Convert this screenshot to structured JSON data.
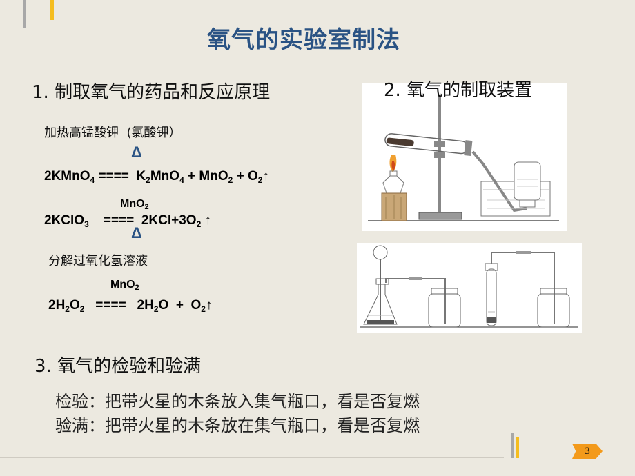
{
  "slide": {
    "title": "氧气的实验室制法",
    "page_number": "3",
    "colors": {
      "background": "#ece9e0",
      "title": "#2a5384",
      "accent_yellow": "#f5bd1f",
      "accent_gray": "#a8a8a8",
      "badge": "#f39a1b"
    }
  },
  "section1": {
    "heading": "1. 制取氧气的药品和反应原理",
    "reagent1": "加热高锰酸钾  (氯酸钾）",
    "eq1": {
      "condition": "Δ",
      "lhs": "2KMnO",
      "lhs_sub": "4",
      "sign": "====",
      "p1": "K",
      "p1_sub1": "2",
      "p1b": "MnO",
      "p1_sub2": "4",
      "plus1": "+ MnO",
      "p2_sub": "2",
      "plus2": "+ O",
      "p3_sub": "2",
      "arrow": "↑"
    },
    "eq2": {
      "catalyst": "MnO",
      "catalyst_sub": "2",
      "condition": "Δ",
      "lhs": "2KClO",
      "lhs_sub": "3",
      "sign": "====",
      "rhs": "2KCl+3O",
      "rhs_sub": "2",
      "arrow": "↑"
    },
    "reagent2": "分解过氧化氢溶液",
    "eq3": {
      "catalyst": "MnO",
      "catalyst_sub": "2",
      "lhs_a": "2H",
      "lhs_sub1": "2",
      "lhs_b": "O",
      "lhs_sub2": "2",
      "sign": "====",
      "p1_a": "2H",
      "p1_sub": "2",
      "p1_b": "O  +  O",
      "p2_sub": "2",
      "arrow": "↑"
    }
  },
  "section2": {
    "heading": "2. 氧气的制取装置",
    "figure1": "heating-apparatus-diagram",
    "figure2": "hydrogen-peroxide-apparatus-diagram"
  },
  "section3": {
    "heading": "3. 氧气的检验和验满",
    "line1": "检验：把带火星的木条放入集气瓶口，看是否复燃",
    "line2": "验满：把带火星的木条放在集气瓶口，看是否复燃"
  }
}
